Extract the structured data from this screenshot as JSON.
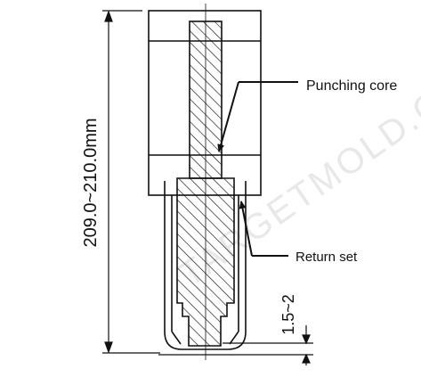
{
  "drawing": {
    "dimension_total": "209.0~210.0mm",
    "dimension_gap": "1.5~2",
    "label_core": "Punching core",
    "label_return": "Return set",
    "watermark": "TARGETMOLD.COM"
  },
  "colors": {
    "line": "#111111",
    "background": "#ffffff",
    "watermark": "#e6e6e6"
  }
}
